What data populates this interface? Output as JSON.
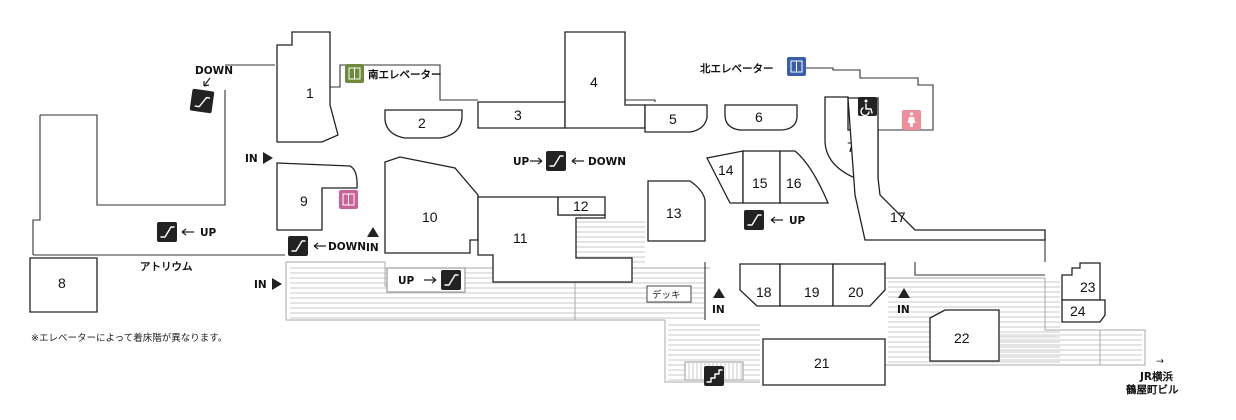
{
  "shops": {
    "s1": "1",
    "s2": "2",
    "s3": "3",
    "s4": "4",
    "s5": "5",
    "s6": "6",
    "s7": "7",
    "s8": "8",
    "s9": "9",
    "s10": "10",
    "s11": "11",
    "s12": "12",
    "s13": "13",
    "s14": "14",
    "s15": "15",
    "s16": "16",
    "s17": "17",
    "s18": "18",
    "s19": "19",
    "s20": "20",
    "s21": "21",
    "s22": "22",
    "s23": "23",
    "s24": "24"
  },
  "elevators": {
    "south": "南エレベーター",
    "north": "北エレベーター"
  },
  "escalators": {
    "down_top": "DOWN",
    "up_left": "UP",
    "down_mid": "DOWN",
    "up_center": "UP",
    "down_center": "DOWN",
    "up_bottom": "UP",
    "up_right": "UP"
  },
  "entrances": {
    "in_label": "IN"
  },
  "areas": {
    "atrium": "アトリウム",
    "deck": "デッキ"
  },
  "destination": {
    "arrow": "→",
    "line1": "JR横浜",
    "line2": "鶴屋町ビル"
  },
  "note": "※エレベーターによって着床階が異なります。",
  "colors": {
    "south_elevator": "#6e8a3a",
    "north_elevator": "#3a5ea8",
    "elevator_9": "#c9619a",
    "restroom": "#ef8d98",
    "icon_dark": "#222222"
  }
}
